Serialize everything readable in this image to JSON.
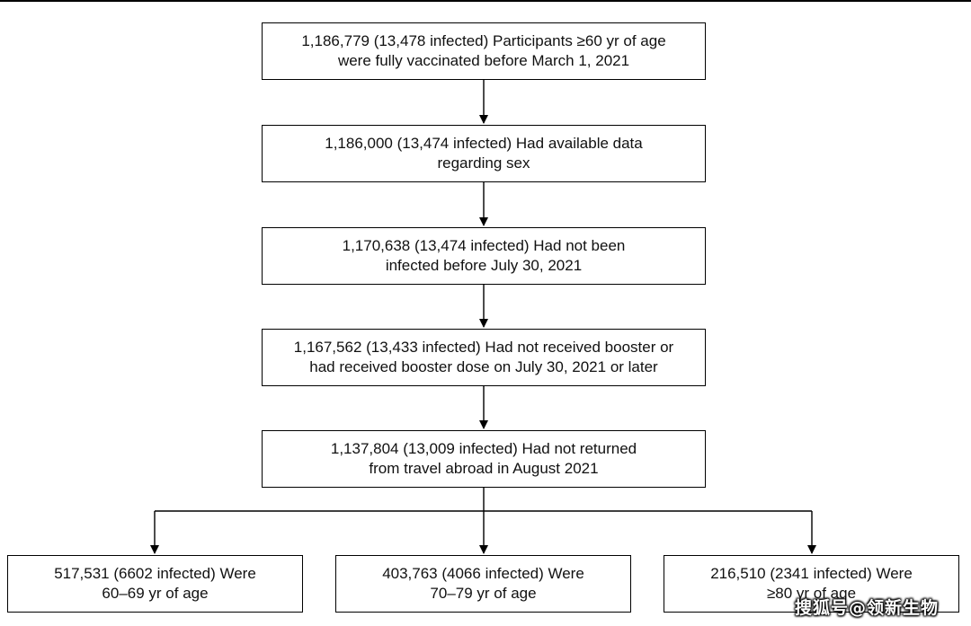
{
  "flowchart": {
    "boxes": [
      {
        "line1": "1,186,779 (13,478 infected) Participants ≥60 yr of age",
        "line2": "were fully vaccinated before March 1, 2021"
      },
      {
        "line1": "1,186,000 (13,474 infected) Had available data",
        "line2": "regarding sex"
      },
      {
        "line1": "1,170,638 (13,474 infected) Had not been",
        "line2": "infected before July 30, 2021"
      },
      {
        "line1": "1,167,562 (13,433 infected) Had not received booster or",
        "line2": "had received booster dose on  July 30, 2021 or later"
      },
      {
        "line1": "1,137,804 (13,009 infected) Had not returned",
        "line2": "from travel abroad in August 2021"
      }
    ],
    "branches": [
      {
        "line1": "517,531 (6602 infected) Were",
        "line2": "60–69 yr of age"
      },
      {
        "line1": "403,763 (4066 infected) Were",
        "line2": "70–79 yr of age"
      },
      {
        "line1": "216,510 (2341 infected) Were",
        "line2": "≥80 yr of age"
      }
    ]
  },
  "watermark": "搜狐号@领新生物"
}
